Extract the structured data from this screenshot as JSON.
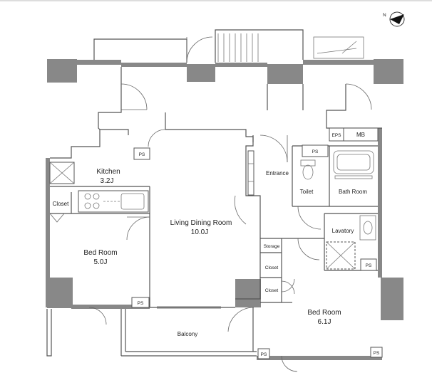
{
  "compass": {
    "label": "N"
  },
  "rooms": {
    "kitchen": {
      "name": "Kitchen",
      "size": "3.2J"
    },
    "ldk": {
      "name": "Living Dining Room",
      "size": "10.0J"
    },
    "bedroom_left": {
      "name": "Bed Room",
      "size": "5.0J"
    },
    "bedroom_right": {
      "name": "Bed Room",
      "size": "6.1J"
    },
    "entrance": {
      "name": "Entrance"
    },
    "toilet": {
      "name": "Toilet"
    },
    "bathroom": {
      "name": "Bath Room"
    },
    "lavatory": {
      "name": "Lavatory"
    },
    "balcony": {
      "name": "Balcony"
    },
    "storage": {
      "name": "Storage"
    },
    "closet_left": {
      "name": "Closet"
    },
    "closet_mid_1": {
      "name": "Closet"
    },
    "closet_mid_2": {
      "name": "Closet"
    }
  },
  "utilities": {
    "ps": "PS",
    "eps": "EPS",
    "mb": "MB"
  }
}
